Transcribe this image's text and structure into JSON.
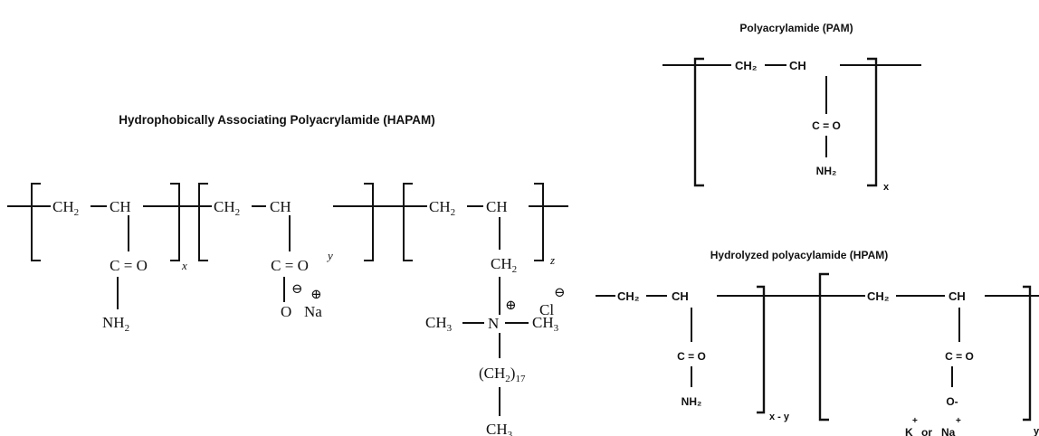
{
  "titles": {
    "pam": "Polyacrylamide (PAM)",
    "hapam": "Hydrophobically Associating Polyacrylamide (HAPAM)",
    "hpam": "Hydrolyzed polyacylamide (HPAM)"
  },
  "hapam": {
    "ch2": "CH",
    "ch": "CH",
    "sub2": "2",
    "co": "C = O",
    "nh2": "NH",
    "x": "x",
    "y": "y",
    "z": "z",
    "o": "O",
    "na": "Na",
    "minus": "⊖",
    "plus": "⊕",
    "n": "N",
    "cl": "Cl",
    "ch3": "CH",
    "sub3": "3",
    "chain": "(CH",
    "sub17": "17",
    "close": ")"
  },
  "pam": {
    "ch2": "CH₂",
    "ch": "CH",
    "co": "C = O",
    "nh2": "NH₂",
    "x": "x"
  },
  "hpam": {
    "ch2": "CH₂",
    "ch": "CH",
    "co": "C = O",
    "nh2": "NH₂",
    "xy": "x - y",
    "ominus": "O-",
    "k": "K",
    "or": "or",
    "na": "Na",
    "plus": "+",
    "y": "y"
  }
}
